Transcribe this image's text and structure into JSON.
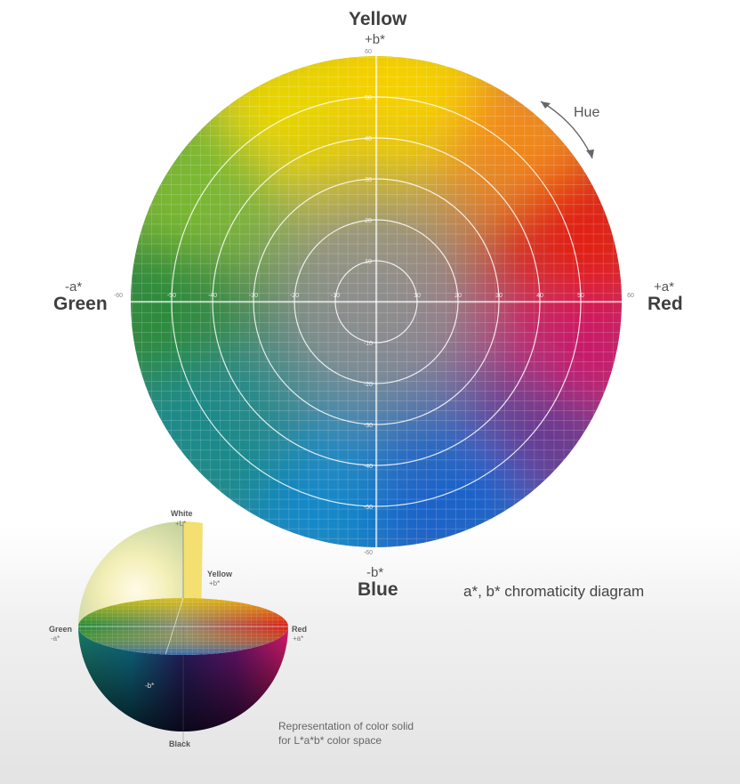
{
  "diagram": {
    "axis_top": {
      "name": "Yellow",
      "sign": "+b*"
    },
    "axis_bottom": {
      "name": "Blue",
      "sign": "-b*"
    },
    "axis_left": {
      "name": "Green",
      "sign": "-a*"
    },
    "axis_right": {
      "name": "Red",
      "sign": "+a*"
    },
    "hue_label": "Hue",
    "caption": "a*, b* chromaticity diagram",
    "a_ticks": [
      -60,
      -50,
      -40,
      -30,
      -20,
      -10,
      10,
      20,
      30,
      40,
      50,
      60
    ],
    "b_ticks": [
      60,
      50,
      40,
      30,
      20,
      10,
      -10,
      -20,
      -30,
      -40,
      -50,
      -60
    ],
    "ring_values": [
      10,
      20,
      30,
      40,
      50
    ],
    "colors": {
      "yellow": "#f5d000",
      "red": "#e02018",
      "green": "#2e8b3c",
      "blue": "#1e64c8",
      "gray": "#8c8c8c",
      "purple": "#6a3a90"
    }
  },
  "solid": {
    "white": {
      "name": "White",
      "sign": "+L*"
    },
    "yellow": {
      "name": "Yellow",
      "sign": "+b*"
    },
    "green": {
      "name": "Green",
      "sign": "-a*"
    },
    "red": {
      "name": "Red",
      "sign": "+a*"
    },
    "blue_sign": "-b*",
    "black": {
      "name": "Black"
    },
    "caption_line1": "Representation of color solid",
    "caption_line2": "for L*a*b* color space"
  }
}
